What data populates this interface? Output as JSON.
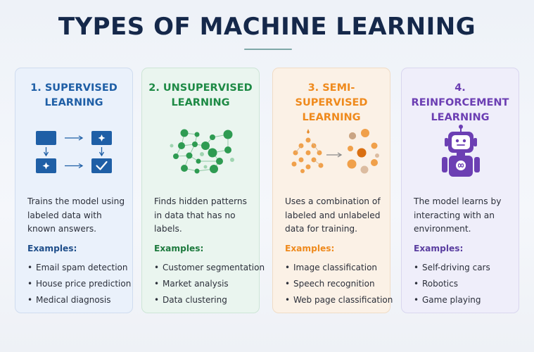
{
  "title": "TYPES OF MACHINE LEARNING",
  "cards": [
    {
      "title_line1": "1. SUPERVISED",
      "title_line2": "LEARNING",
      "accent": "#1f5fa6",
      "icon": "labeled-flow-diagram-icon",
      "description": "Trains the model using labeled data with known answers.",
      "examples_label": "Examples:",
      "examples": [
        "Email spam detection",
        "House price prediction",
        "Medical diagnosis"
      ]
    },
    {
      "title_line1": "2. UNSUPERVISED",
      "title_line2": "LEARNING",
      "accent": "#1e8a45",
      "icon": "cluster-network-icon",
      "description": "Finds hidden patterns in data that has no labels.",
      "examples_label": "Examples:",
      "examples": [
        "Customer segmentation",
        "Market analysis",
        "Data clustering"
      ]
    },
    {
      "title_line1": "3. SEMI-SUPERVISED",
      "title_line2": "LEARNING",
      "accent": "#ef8a1d",
      "icon": "partial-label-cluster-icon",
      "description": "Uses a combination of labeled and unlabeled data for training.",
      "examples_label": "Examples:",
      "examples": [
        "Image classification",
        "Speech recognition",
        "Web page classification"
      ]
    },
    {
      "title_line1": "4. REINFORCEMENT",
      "title_line2": "LEARNING",
      "accent": "#6c3fb3",
      "icon": "robot-icon",
      "description": "The model learns by interacting with an environment.",
      "examples_label": "Examples:",
      "examples": [
        "Self-driving cars",
        "Robotics",
        "Game playing"
      ]
    }
  ]
}
